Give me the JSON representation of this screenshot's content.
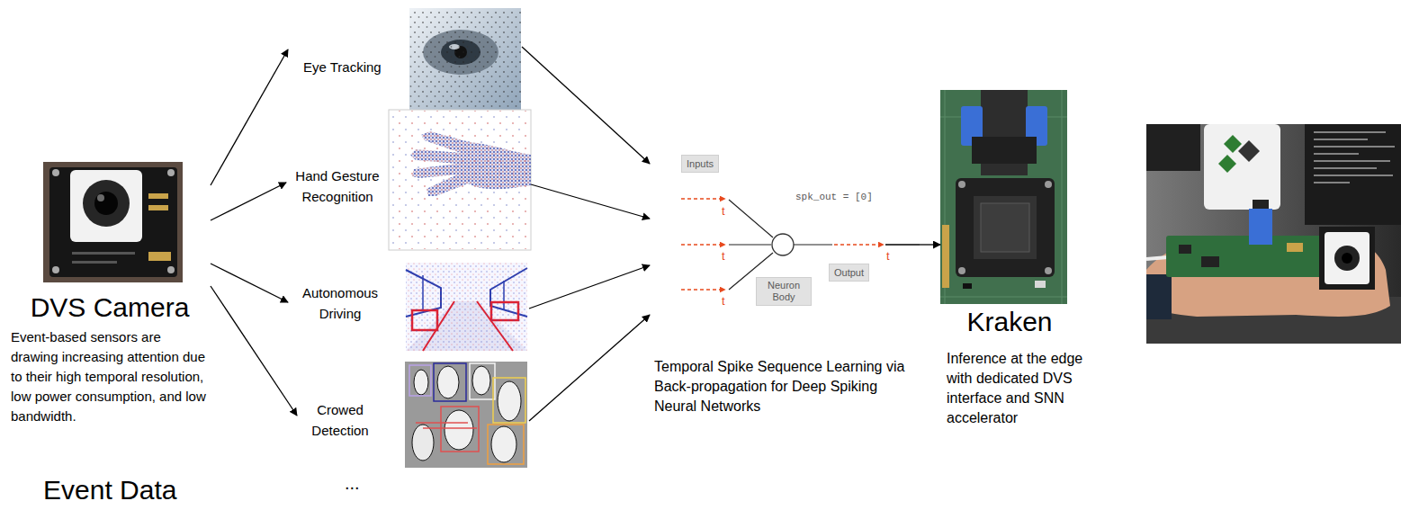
{
  "diagram": {
    "nodes": [
      {
        "text": [
          "DVS Camera",
          "Event-based sensors are drawing increasing attention due to their high temporal resolution, low power consumption, and low bandwidth."
        ]
      },
      {
        "text": [
          "Eye Tracking"
        ]
      },
      {
        "text": [
          "Hand Gesture Recognition"
        ]
      },
      {
        "text": [
          "Autonomous Driving"
        ]
      },
      {
        "text": [
          "Crowed Detection"
        ]
      },
      {
        "text": [
          "Temporal Spike Sequence Learning via Back-propagation for Deep Spiking Neural Networks"
        ]
      },
      {
        "text": [
          "Inputs"
        ],
        "in": 5
      },
      {
        "text": [
          "Neuron Body"
        ],
        "in": 5
      },
      {
        "text": [
          "Output"
        ],
        "in": 5
      },
      {
        "text": [
          "Kraken",
          "Inference at the edge with dedicated DVS interface and SNN accelerator"
        ]
      }
    ],
    "edges": [
      {
        "from": 0,
        "to": 1,
        "arrow": "to"
      },
      {
        "from": 0,
        "to": 2,
        "arrow": "to"
      },
      {
        "from": 0,
        "to": 3,
        "arrow": "to"
      },
      {
        "from": 0,
        "to": 4,
        "arrow": "to"
      },
      {
        "from": 1,
        "to": 5,
        "arrow": "to"
      },
      {
        "from": 2,
        "to": 5,
        "arrow": "to"
      },
      {
        "from": 3,
        "to": 5,
        "arrow": "to"
      },
      {
        "from": 4,
        "to": 5,
        "arrow": "to"
      },
      {
        "from": 5,
        "to": 9,
        "arrow": "to"
      }
    ],
    "labels": [
      "Event Data",
      "...",
      "spk_out = [0]",
      "t",
      "t",
      "t",
      "t"
    ]
  }
}
